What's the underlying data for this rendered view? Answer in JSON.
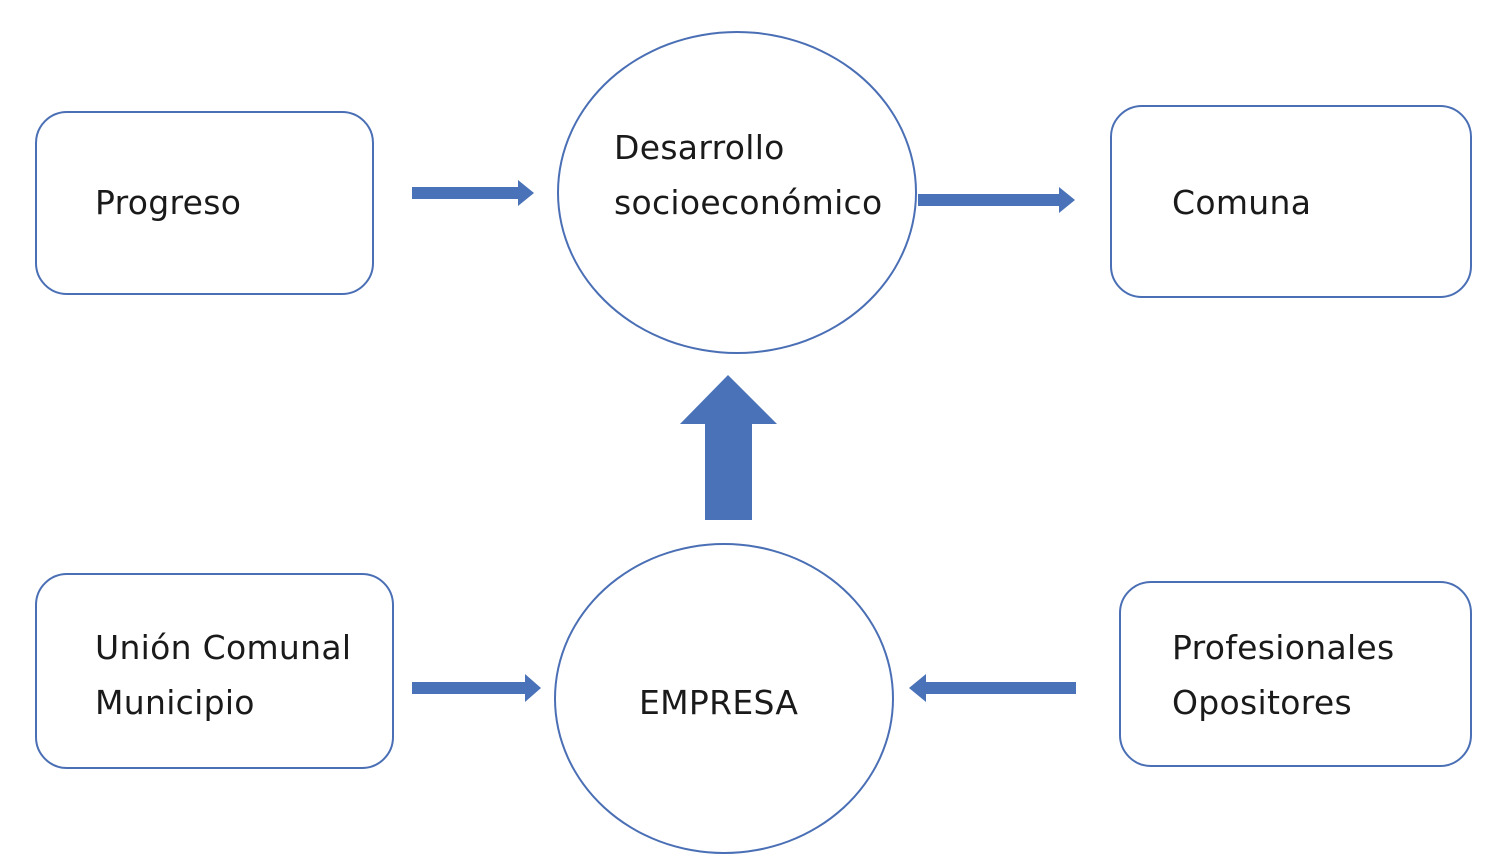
{
  "diagram": {
    "nodes": {
      "progreso": {
        "lines": [
          "Progreso"
        ]
      },
      "desarrollo": {
        "lines": [
          "Desarrollo",
          "socioeconómico"
        ]
      },
      "comuna": {
        "lines": [
          "Comuna"
        ]
      },
      "union": {
        "lines": [
          "Unión Comunal",
          "Municipio"
        ]
      },
      "empresa": {
        "lines": [
          "EMPRESA"
        ]
      },
      "profesionales": {
        "lines": [
          "Profesionales",
          "Opositores"
        ]
      }
    },
    "edges": [
      {
        "from": "progreso",
        "to": "desarrollo"
      },
      {
        "from": "desarrollo",
        "to": "comuna"
      },
      {
        "from": "empresa",
        "to": "desarrollo"
      },
      {
        "from": "union",
        "to": "empresa"
      },
      {
        "from": "profesionales",
        "to": "empresa"
      }
    ],
    "colors": {
      "arrow": "#4a72b8",
      "border": "#4a6fb5"
    }
  }
}
